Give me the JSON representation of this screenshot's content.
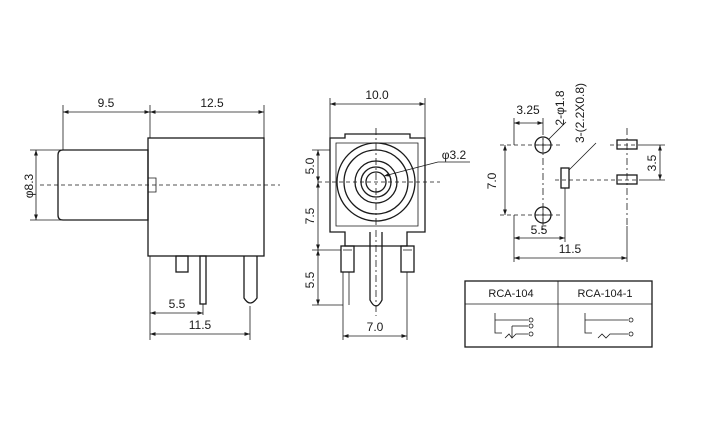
{
  "side_view": {
    "dim_top_left": "9.5",
    "dim_top_right": "12.5",
    "dim_diameter": "φ8.3",
    "dim_bottom_small": "5.5",
    "dim_bottom_large": "11.5"
  },
  "front_view": {
    "dim_width_top": "10.0",
    "dim_hole": "φ3.2",
    "dim_left_upper": "5.0",
    "dim_left_mid": "7.5",
    "dim_left_lower": "5.5",
    "dim_width_bottom": "7.0"
  },
  "pcb_layout": {
    "dim_left_top": "3.25",
    "dim_hole_pads": "2-φ1.8",
    "dim_slot_pads": "3-(2.2X0.8)",
    "dim_vertical_left": "7.0",
    "dim_vertical_right": "3.5",
    "dim_bottom_inner": "5.5",
    "dim_bottom_outer": "11.5"
  },
  "schematic_table": {
    "headers": [
      "RCA-104",
      "RCA-104-1"
    ]
  }
}
